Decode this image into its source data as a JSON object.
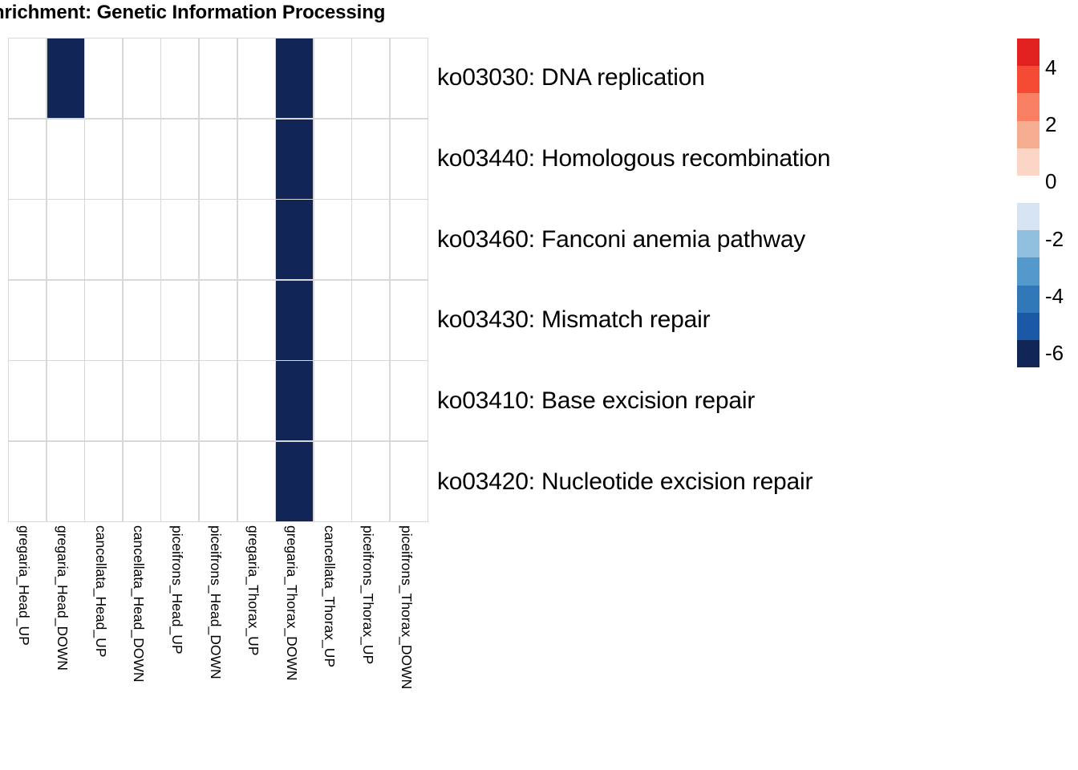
{
  "chart_data": {
    "type": "heatmap",
    "title": "nrichment: Genetic Information Processing",
    "title_note": "title is clipped at the left edge of the screenshot",
    "xlabel": "",
    "ylabel": "",
    "grid": true,
    "legend_position": "right",
    "categories_x": [
      "gregaria_Head_UP",
      "gregaria_Head_DOWN",
      "cancellata_Head_UP",
      "cancellata_Head_DOWN",
      "piceifrons_Head_UP",
      "piceifrons_Head_DOWN",
      "gregaria_Thorax_UP",
      "gregaria_Thorax_DOWN",
      "cancellata_Thorax_UP",
      "piceifrons_Thorax_UP",
      "piceifrons_Thorax_DOWN"
    ],
    "categories_y": [
      "ko03030: DNA replication",
      "ko03440: Homologous recombination",
      "ko03460: Fanconi anemia pathway",
      "ko03430: Mismatch repair",
      "ko03410: Base excision repair",
      "ko03420: Nucleotide excision repair"
    ],
    "values": [
      [
        null,
        -6,
        null,
        null,
        null,
        null,
        null,
        -6,
        null,
        null,
        null
      ],
      [
        null,
        null,
        null,
        null,
        null,
        null,
        null,
        -6,
        null,
        null,
        null
      ],
      [
        null,
        null,
        null,
        null,
        null,
        null,
        null,
        -6,
        null,
        null,
        null
      ],
      [
        null,
        null,
        null,
        null,
        null,
        null,
        null,
        -6,
        null,
        null,
        null
      ],
      [
        null,
        null,
        null,
        null,
        null,
        null,
        null,
        -6,
        null,
        null,
        null
      ],
      [
        null,
        null,
        null,
        null,
        null,
        null,
        null,
        -6,
        null,
        null,
        null
      ]
    ],
    "na_color": "#ffffff",
    "gridline_color": "#d8d8d8",
    "colorbar": {
      "ticks": [
        "4",
        "2",
        "0",
        "-2",
        "-4",
        "-6"
      ],
      "tick_values": [
        4,
        2,
        0,
        -2,
        -4,
        -6
      ],
      "range": [
        -6.5,
        5
      ],
      "bands": [
        "#e22020",
        "#f54b35",
        "#f97f62",
        "#f6ae92",
        "#fbd5c5",
        "#ffffff",
        "#d6e3f2",
        "#90bede",
        "#5499cb",
        "#3178b8",
        "#1b58a5",
        "#112557"
      ]
    }
  }
}
